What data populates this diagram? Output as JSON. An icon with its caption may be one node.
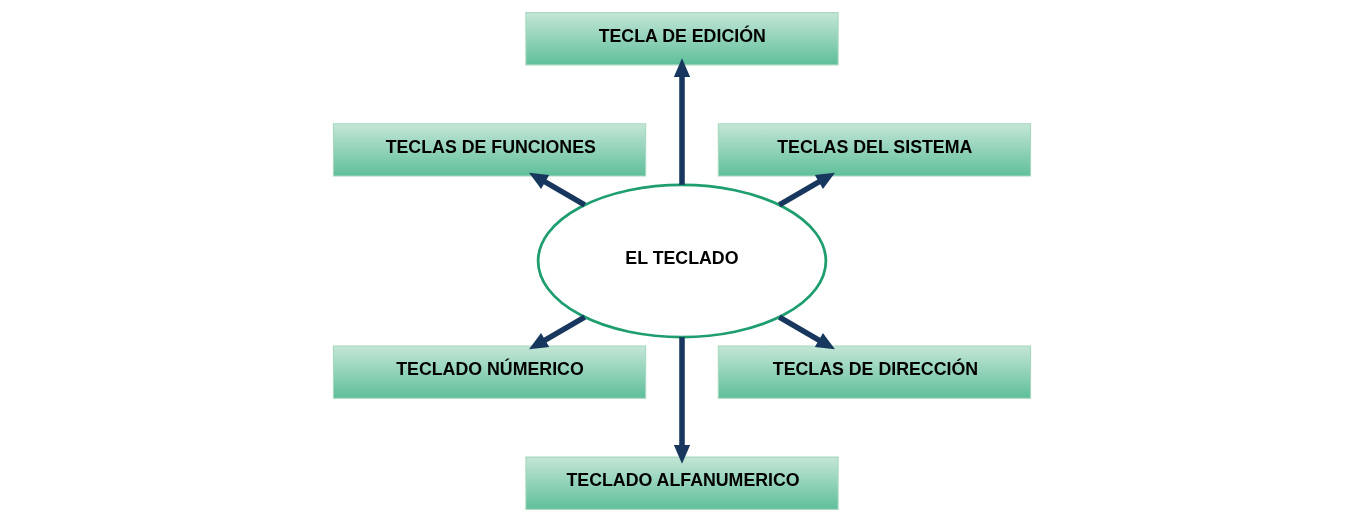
{
  "diagram": {
    "nodes": [
      {
        "text": [
          "EL TECLADO"
        ]
      },
      {
        "text": [
          "TECLAS DEL SISTEMA"
        ]
      },
      {
        "text": [
          "TECLA DE EDICIÓN"
        ]
      },
      {
        "text": [
          "TECLAS DE FUNCIONES"
        ]
      },
      {
        "text": [
          "TECLADO NÚMERICO"
        ]
      },
      {
        "text": [
          "TECLADO ALFANUMERICO"
        ]
      },
      {
        "text": [
          "TECLAS DE DIRECCIÓN"
        ]
      }
    ],
    "edges": [
      {
        "from": 0,
        "to": 1,
        "arrow": "to"
      },
      {
        "from": 0,
        "to": 2,
        "arrow": "to"
      },
      {
        "from": 0,
        "to": 3,
        "arrow": "to"
      },
      {
        "from": 0,
        "to": 4,
        "arrow": "to"
      },
      {
        "from": 0,
        "to": 5,
        "arrow": "to"
      },
      {
        "from": 0,
        "to": 6,
        "arrow": "to"
      }
    ]
  }
}
